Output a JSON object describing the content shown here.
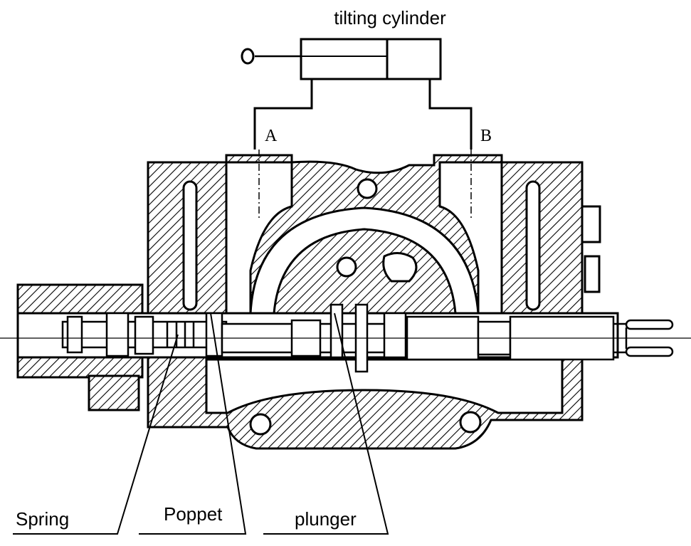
{
  "title": "tilting cylinder",
  "ports": {
    "a": "A",
    "b": "B"
  },
  "labels": {
    "spring": "Spring",
    "poppet": "Poppet",
    "plunger": "plunger"
  },
  "colors": {
    "ink": "#000000",
    "paper": "#ffffff"
  }
}
